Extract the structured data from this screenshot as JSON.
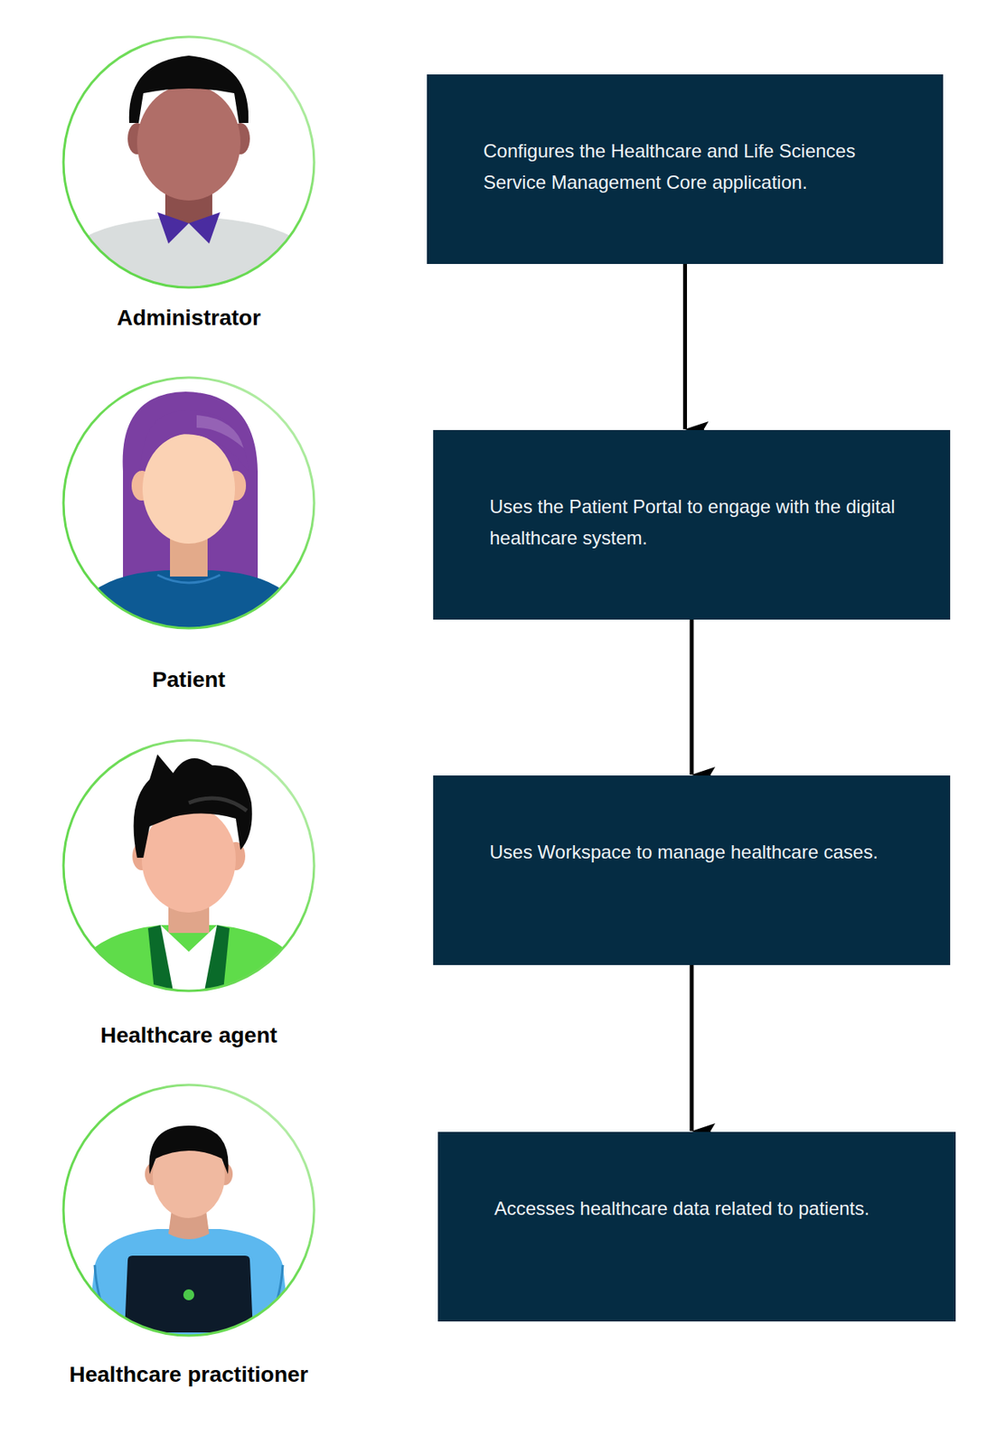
{
  "diagram": {
    "nodes": [
      {
        "text": [
          "Configures the Healthcare and Life Sciences Service Management Core application."
        ]
      },
      {
        "text": [
          "Uses the Patient Portal to engage with the digital healthcare system."
        ]
      },
      {
        "text": [
          "Uses Workspace to manage healthcare cases."
        ]
      },
      {
        "text": [
          "Accesses healthcare data related to patients."
        ]
      }
    ],
    "edges": [
      {
        "from": 0,
        "to": 1,
        "arrow": "to"
      },
      {
        "from": 1,
        "to": 2,
        "arrow": "to"
      },
      {
        "from": 2,
        "to": 3,
        "arrow": "to"
      }
    ],
    "labels": [
      "Administrator",
      "Patient",
      "Healthcare agent",
      "Healthcare practitioner"
    ]
  }
}
